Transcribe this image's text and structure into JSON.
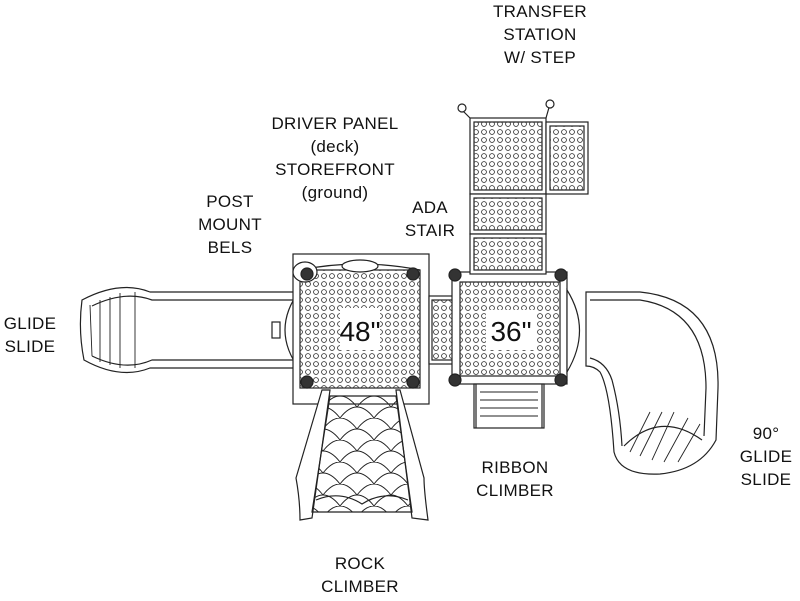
{
  "labels": {
    "transfer_station": [
      "TRANSFER",
      "STATION",
      "W/ STEP"
    ],
    "driver_panel": [
      "DRIVER PANEL",
      "(deck)",
      "STOREFRONT",
      "(ground)"
    ],
    "post_mount": [
      "POST",
      "MOUNT",
      "BELS"
    ],
    "ada_stair": [
      "ADA",
      "STAIR"
    ],
    "glide_slide": [
      "GLIDE",
      "SLIDE"
    ],
    "ribbon_climber": [
      "RIBBON",
      "CLIMBER"
    ],
    "glide_slide_90": [
      "90°",
      "GLIDE",
      "SLIDE"
    ],
    "rock_climber": [
      "ROCK",
      "CLIMBER"
    ]
  },
  "decks": {
    "deck_48": "48\"",
    "deck_36": "36\""
  },
  "colors": {
    "line": "#222222",
    "fill": "#ffffff",
    "text": "#111111"
  }
}
